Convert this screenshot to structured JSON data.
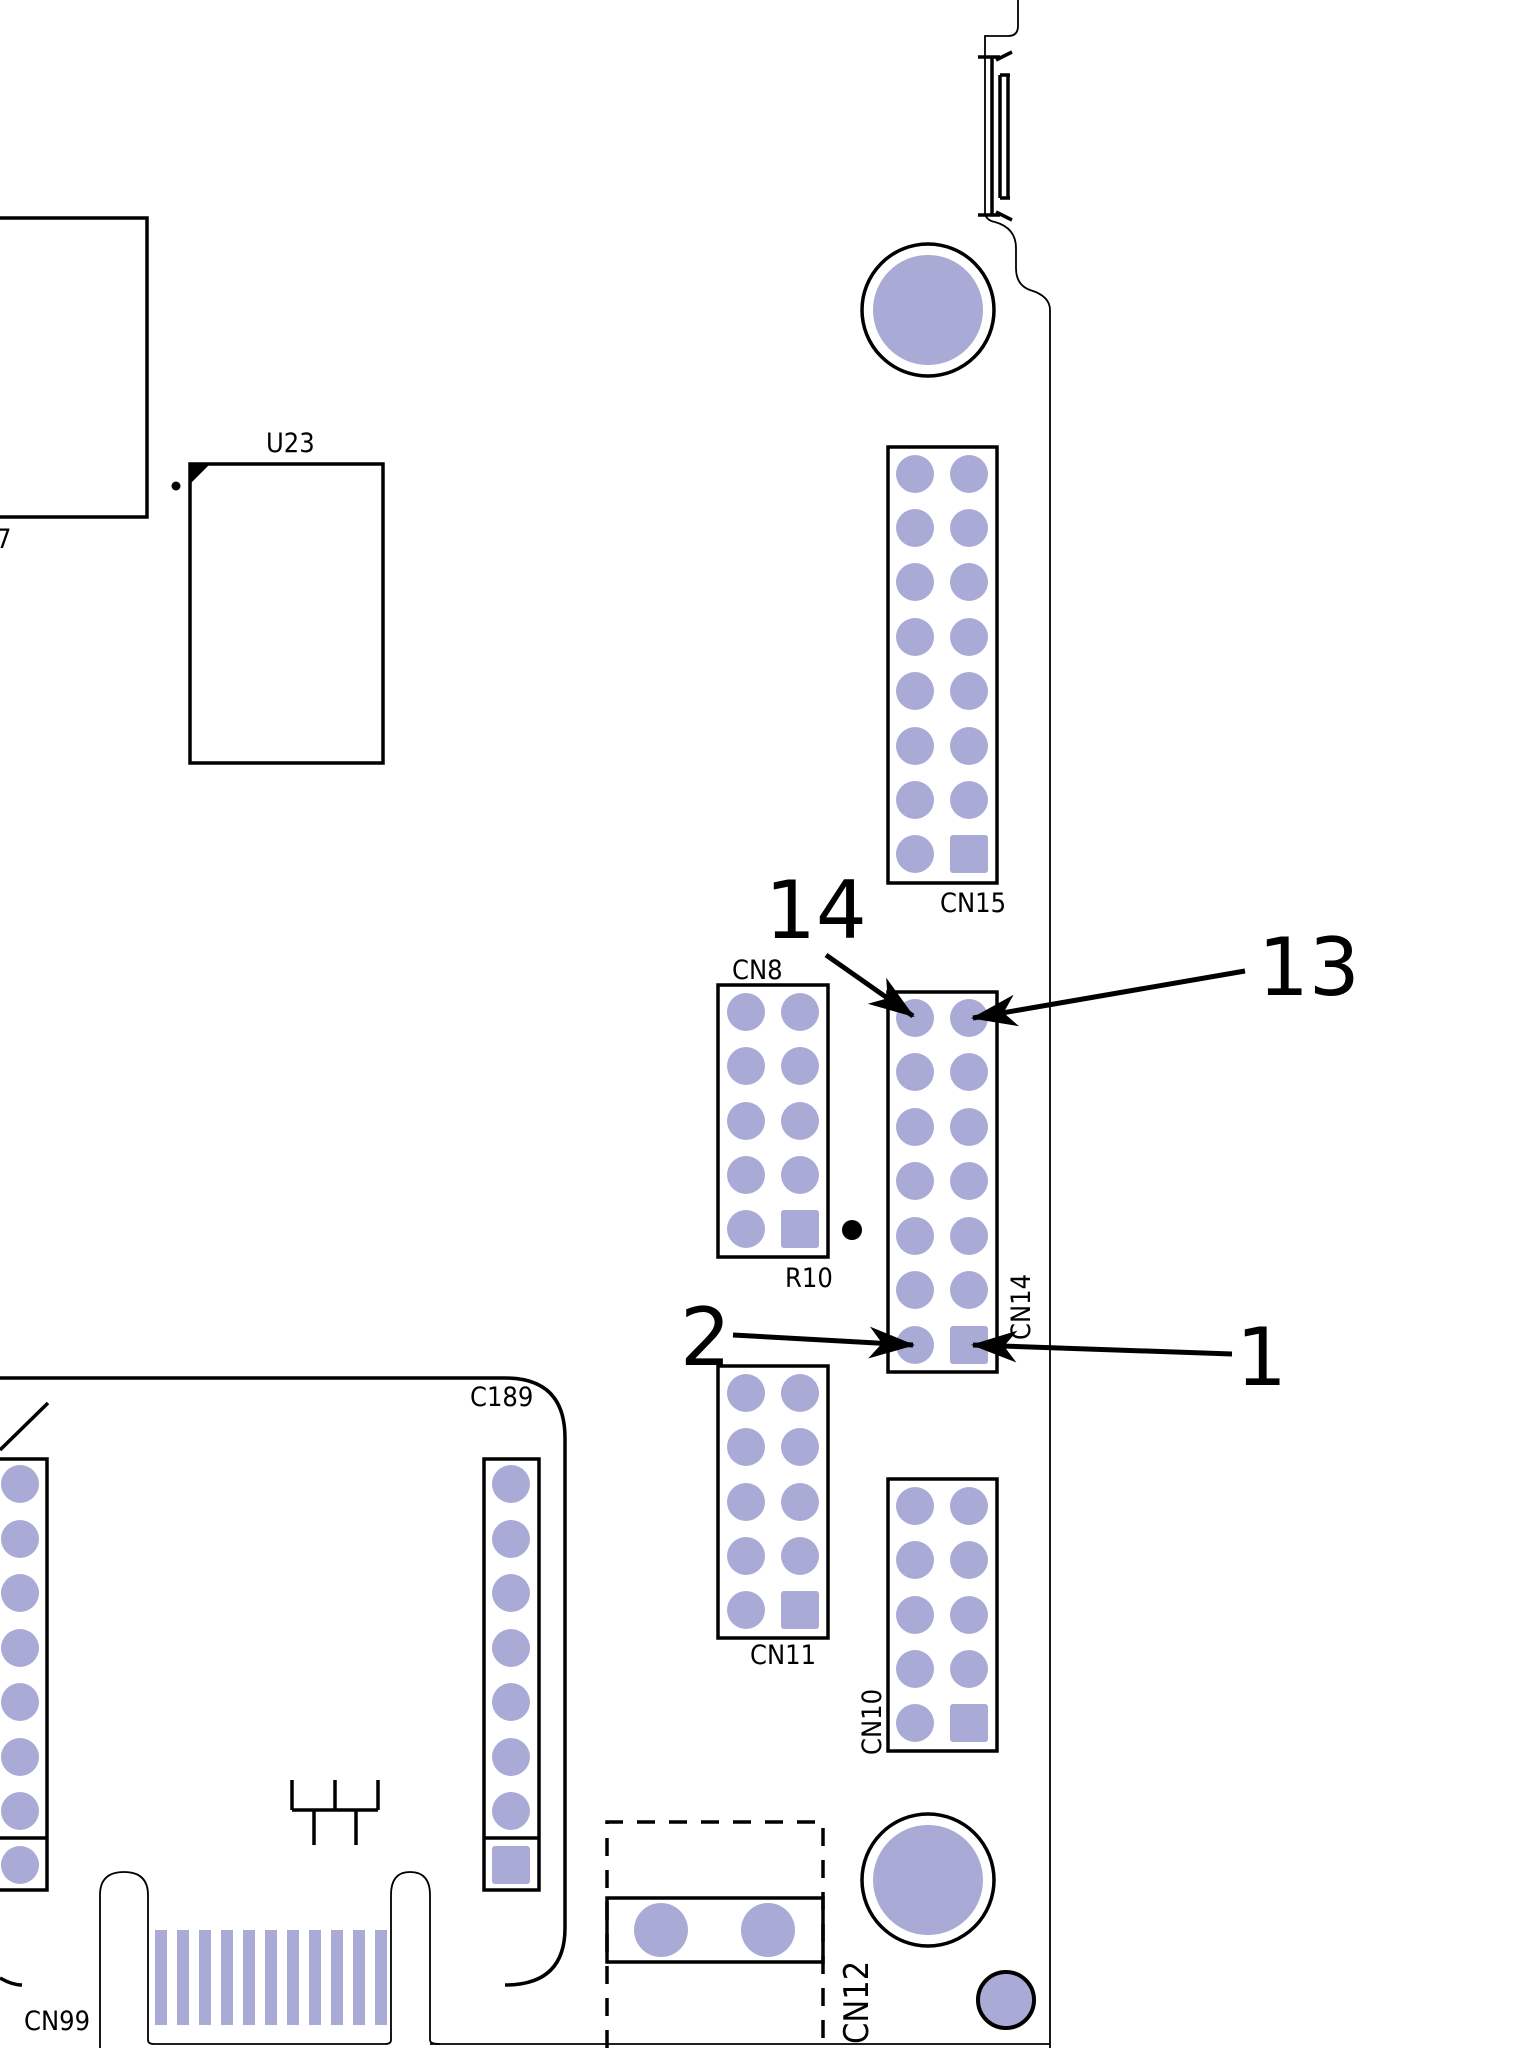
{
  "labels": {
    "u23": "U23",
    "u_partial": "7",
    "cn15": "CN15",
    "cn8": "CN8",
    "r10": "R10",
    "cn14": "CN14",
    "cn11": "CN11",
    "cn10": "CN10",
    "c189": "C189",
    "cn99": "CN99",
    "cn12": "CN12"
  },
  "callouts": {
    "pin14": "14",
    "pin13": "13",
    "pin2": "2",
    "pin1": "1"
  },
  "colors": {
    "pad": "#aaaad6",
    "line": "#000000",
    "background": "#ffffff"
  }
}
